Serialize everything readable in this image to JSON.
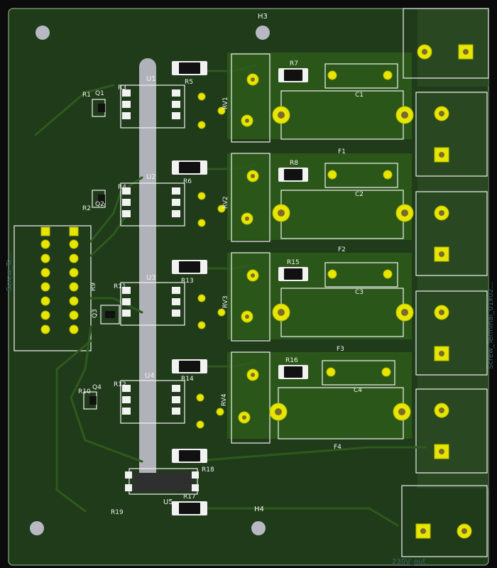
{
  "board": {
    "title_hint": "",
    "bottom_label": "230V_out",
    "edge_vertical_left": "Screw_Te...",
    "edge_vertical_right": "Screw_Terminal_01x02...",
    "colors": {
      "background": "#0b0b0b",
      "pcb": "#1f3b1a",
      "copper": "#2c5a1a",
      "silk": "#f2f2f2",
      "pads": "#e6e600",
      "mount_holes": "#b8b8c2",
      "outline_slot": "#b8b8c2"
    }
  },
  "labels": {
    "H3": "H3",
    "H4": "H4",
    "U1": "U1",
    "U2": "U2",
    "U3": "U3",
    "U4": "U4",
    "U5": "U5",
    "R1": "R1",
    "R2": "R2",
    "R3": "R3",
    "R4": "R4",
    "R5": "R5",
    "R6": "R6",
    "R7": "R7",
    "R8": "R8",
    "R9": "R9",
    "R10": "R10",
    "R11": "R11",
    "R12": "R12",
    "R13": "R13",
    "R14": "R14",
    "R15": "R15",
    "R16": "R16",
    "R17": "R17",
    "R18": "R18",
    "R19": "R19",
    "Q1": "Q1",
    "Q2": "Q2",
    "Q3": "Q3",
    "Q4": "Q4",
    "RV1": "RV1",
    "RV2": "RV2",
    "RV3": "RV3",
    "RV4": "RV4",
    "C1": "C1",
    "C2": "C2",
    "C3": "C3",
    "C4": "C4",
    "F1": "F1",
    "F2": "F2",
    "F3": "F3",
    "F4": "F4"
  }
}
